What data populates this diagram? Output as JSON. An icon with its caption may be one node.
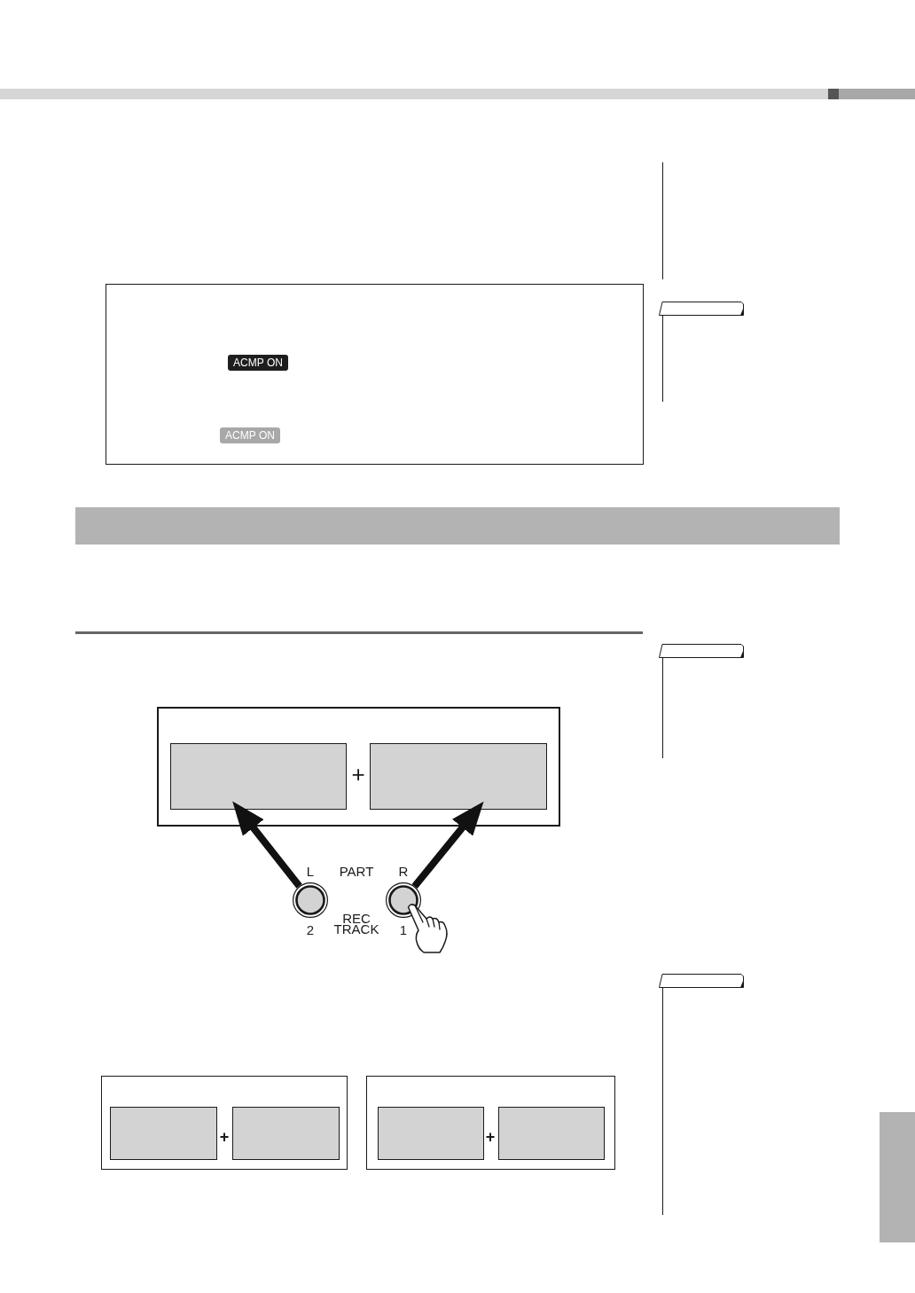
{
  "diagram": {
    "nodes": [
      {
        "text": [],
        "shape": "box"
      },
      {
        "text": [
          "ACMP ON"
        ],
        "in": 0
      },
      {
        "text": [
          "ACMP ON"
        ],
        "in": 0
      },
      {
        "text": [],
        "shape": "bar"
      },
      {
        "text": [],
        "shape": "box"
      },
      {
        "text": [],
        "shape": "box",
        "in": 4
      },
      {
        "text": [],
        "shape": "box",
        "in": 4
      },
      {
        "text": [],
        "shape": "circle",
        "beside": [
          "L",
          "2"
        ]
      },
      {
        "text": [],
        "shape": "circle",
        "beside": [
          "R",
          "1"
        ]
      },
      {
        "text": [],
        "shape": "box"
      },
      {
        "text": [],
        "shape": "box",
        "in": 9
      },
      {
        "text": [],
        "shape": "box",
        "in": 9
      },
      {
        "text": [],
        "shape": "box"
      },
      {
        "text": [],
        "shape": "box",
        "in": 12
      },
      {
        "text": [],
        "shape": "box",
        "in": 12
      },
      {
        "text": [],
        "shape": "bar"
      }
    ],
    "edges": [
      {
        "from": 7,
        "to": 5,
        "arrow": "to"
      },
      {
        "from": 8,
        "to": 6,
        "arrow": "to"
      }
    ],
    "labels": [
      "+",
      "PART",
      "REC TRACK",
      "+",
      "+"
    ]
  }
}
